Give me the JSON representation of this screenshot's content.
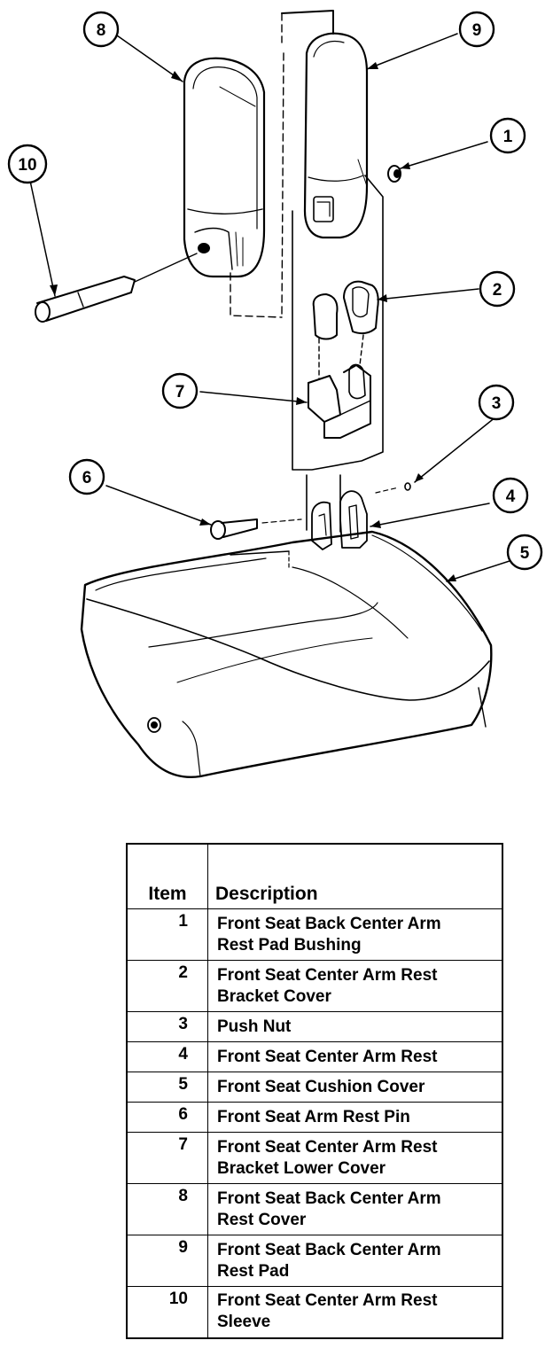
{
  "diagram": {
    "callouts": [
      "1",
      "2",
      "3",
      "4",
      "5",
      "6",
      "7",
      "8",
      "9",
      "10"
    ]
  },
  "table": {
    "headers": {
      "item": "Item",
      "description": "Description"
    },
    "rows": [
      {
        "item": "1",
        "line1": "Front Seat Back Center Arm",
        "line2": "Rest Pad Bushing"
      },
      {
        "item": "2",
        "line1": "Front Seat Center Arm Rest",
        "line2": "Bracket Cover"
      },
      {
        "item": "3",
        "line1": "Push Nut",
        "line2": ""
      },
      {
        "item": "4",
        "line1": "Front Seat Center Arm Rest",
        "line2": ""
      },
      {
        "item": "5",
        "line1": "Front Seat Cushion Cover",
        "line2": ""
      },
      {
        "item": "6",
        "line1": "Front Seat Arm Rest Pin",
        "line2": ""
      },
      {
        "item": "7",
        "line1": "Front Seat Center Arm Rest",
        "line2": "Bracket Lower Cover"
      },
      {
        "item": "8",
        "line1": "Front Seat Back Center Arm",
        "line2": "Rest Cover"
      },
      {
        "item": "9",
        "line1": "Front Seat Back Center Arm",
        "line2": "Rest Pad"
      },
      {
        "item": "10",
        "line1": "Front Seat Center Arm Rest",
        "line2": "Sleeve"
      }
    ]
  }
}
